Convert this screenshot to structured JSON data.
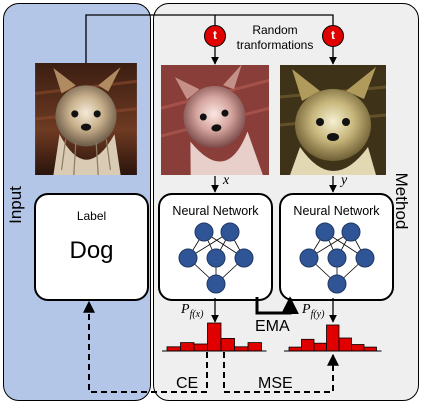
{
  "panels": {
    "input_title": "Input",
    "method_title": "Method"
  },
  "random_transformations": {
    "text": "Random tranformations",
    "node_label": "t"
  },
  "views": {
    "x": "x",
    "y": "y"
  },
  "label_box": {
    "caption": "Label",
    "value": "Dog"
  },
  "networks": {
    "x_title": "Neural Network",
    "y_title": "Neural Network"
  },
  "outputs": {
    "p_symbol": "P",
    "x_subscript": "f(x)",
    "y_subscript": "f(y)",
    "x_hist": [
      0.15,
      0.3,
      0.25,
      1.0,
      0.45,
      0.15,
      0.3
    ],
    "y_hist": [
      0.15,
      0.45,
      0.3,
      1.0,
      0.5,
      0.25,
      0.15
    ]
  },
  "losses": {
    "ema": "EMA",
    "ce": "CE",
    "mse": "MSE"
  },
  "colors": {
    "input_panel": "#b4c6e7",
    "method_panel": "#efefef",
    "node": "#2f5597",
    "accent": "#e10000"
  }
}
